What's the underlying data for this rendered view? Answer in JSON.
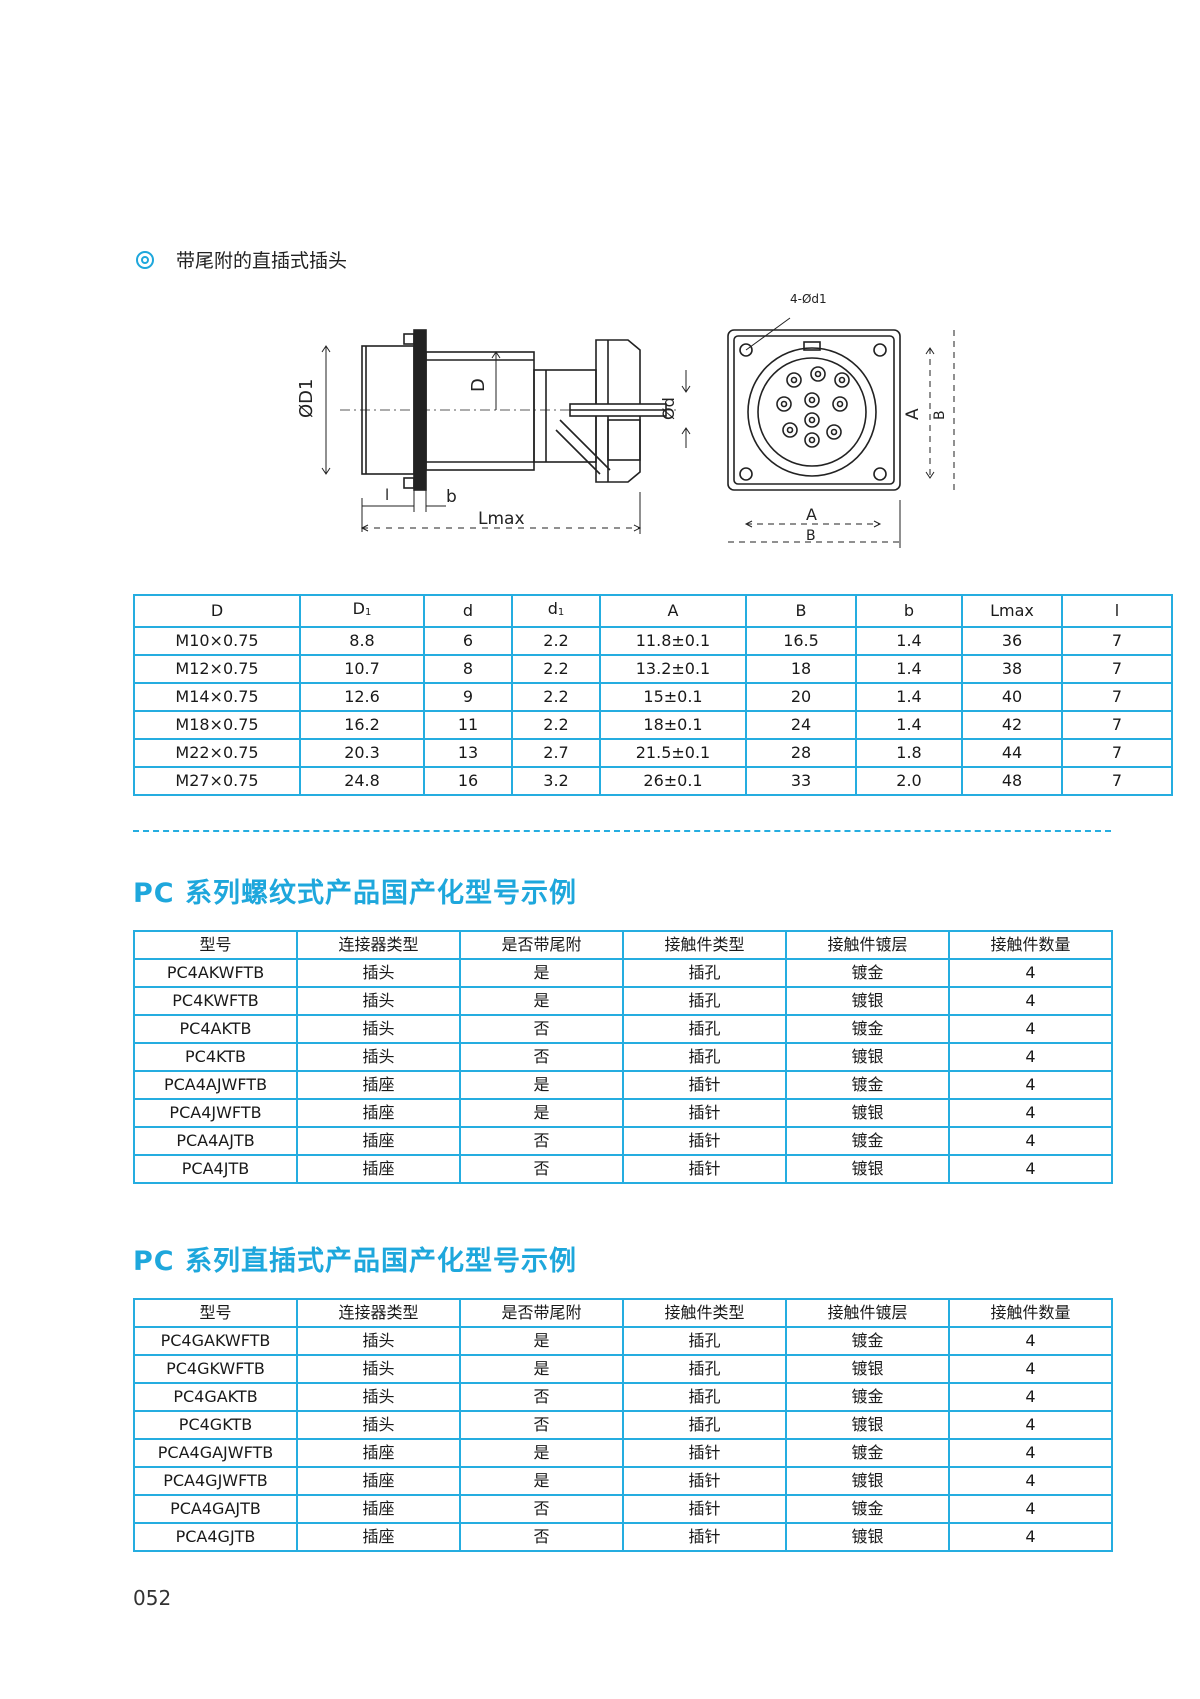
{
  "section": {
    "icon": "target-icon",
    "title": "带尾附的直插式插头"
  },
  "drawing": {
    "label_D1": "ØD1",
    "label_D": "D",
    "label_d": "Ød",
    "label_l": "l",
    "label_b": "b",
    "label_Lmax": "Lmax",
    "label_holes": "4-Ød1",
    "label_A": "A",
    "label_B": "B"
  },
  "dim_table": {
    "headers": [
      "D",
      "D",
      "d",
      "d",
      "A",
      "B",
      "b",
      "Lmax",
      "l"
    ],
    "header_subs": [
      "",
      "1",
      "",
      "1",
      "",
      "",
      "",
      "",
      ""
    ],
    "rows": [
      [
        "M10×0.75",
        "8.8",
        "6",
        "2.2",
        "11.8±0.1",
        "16.5",
        "1.4",
        "36",
        "7"
      ],
      [
        "M12×0.75",
        "10.7",
        "8",
        "2.2",
        "13.2±0.1",
        "18",
        "1.4",
        "38",
        "7"
      ],
      [
        "M14×0.75",
        "12.6",
        "9",
        "2.2",
        "15±0.1",
        "20",
        "1.4",
        "40",
        "7"
      ],
      [
        "M18×0.75",
        "16.2",
        "11",
        "2.2",
        "18±0.1",
        "24",
        "1.4",
        "42",
        "7"
      ],
      [
        "M22×0.75",
        "20.3",
        "13",
        "2.7",
        "21.5±0.1",
        "28",
        "1.8",
        "44",
        "7"
      ],
      [
        "M27×0.75",
        "24.8",
        "16",
        "3.2",
        "26±0.1",
        "33",
        "2.0",
        "48",
        "7"
      ]
    ]
  },
  "threaded": {
    "title": "PC 系列螺纹式产品国产化型号示例",
    "headers": [
      "型号",
      "连接器类型",
      "是否带尾附",
      "接触件类型",
      "接触件镀层",
      "接触件数量"
    ],
    "rows": [
      [
        "PC4AKWFTB",
        "插头",
        "是",
        "插孔",
        "镀金",
        "4"
      ],
      [
        "PC4KWFTB",
        "插头",
        "是",
        "插孔",
        "镀银",
        "4"
      ],
      [
        "PC4AKTB",
        "插头",
        "否",
        "插孔",
        "镀金",
        "4"
      ],
      [
        "PC4KTB",
        "插头",
        "否",
        "插孔",
        "镀银",
        "4"
      ],
      [
        "PCA4AJWFTB",
        "插座",
        "是",
        "插针",
        "镀金",
        "4"
      ],
      [
        "PCA4JWFTB",
        "插座",
        "是",
        "插针",
        "镀银",
        "4"
      ],
      [
        "PCA4AJTB",
        "插座",
        "否",
        "插针",
        "镀金",
        "4"
      ],
      [
        "PCA4JTB",
        "插座",
        "否",
        "插针",
        "镀银",
        "4"
      ]
    ]
  },
  "straight": {
    "title": "PC 系列直插式产品国产化型号示例",
    "headers": [
      "型号",
      "连接器类型",
      "是否带尾附",
      "接触件类型",
      "接触件镀层",
      "接触件数量"
    ],
    "rows": [
      [
        "PC4GAKWFTB",
        "插头",
        "是",
        "插孔",
        "镀金",
        "4"
      ],
      [
        "PC4GKWFTB",
        "插头",
        "是",
        "插孔",
        "镀银",
        "4"
      ],
      [
        "PC4GAKTB",
        "插头",
        "否",
        "插孔",
        "镀金",
        "4"
      ],
      [
        "PC4GKTB",
        "插头",
        "否",
        "插孔",
        "镀银",
        "4"
      ],
      [
        "PCA4GAJWFTB",
        "插座",
        "是",
        "插针",
        "镀金",
        "4"
      ],
      [
        "PCA4GJWFTB",
        "插座",
        "是",
        "插针",
        "镀银",
        "4"
      ],
      [
        "PCA4GAJTB",
        "插座",
        "否",
        "插针",
        "镀金",
        "4"
      ],
      [
        "PCA4GJTB",
        "插座",
        "否",
        "插针",
        "镀银",
        "4"
      ]
    ]
  },
  "page_number": "052",
  "colors": {
    "accent": "#1ea7dc",
    "table_border": "#25ade0"
  }
}
